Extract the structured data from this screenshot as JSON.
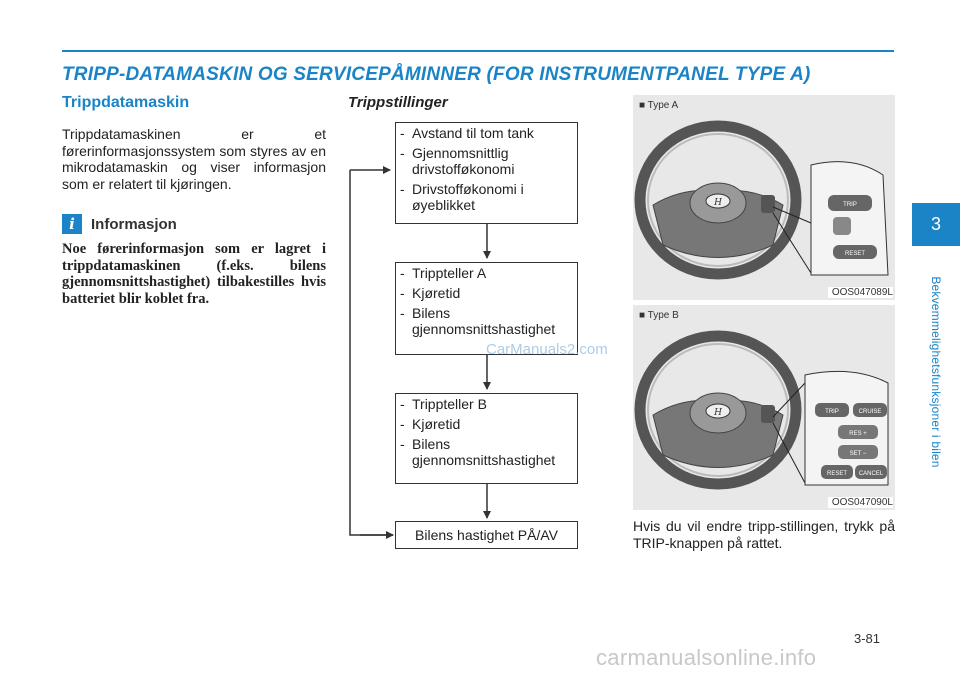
{
  "page_title": "TRIPP-DATAMASKIN OG SERVICEPÅMINNER (FOR INSTRUMENTPANEL TYPE A)",
  "left": {
    "heading": "Trippdatamaskin",
    "body": "Trippdatamaskinen er et førerinformasjonssystem som styres av en mikrodatamaskin og viser informasjon som er relatert til kjøringen.",
    "info_icon": "i",
    "info_title": "Informasjon",
    "info_text": "Noe førerinformasjon som er lagret i trippdatamaskinen (f.eks. bilens gjennomsnittshastighet) tilbakestilles hvis batteriet blir koblet fra."
  },
  "trip": {
    "heading": "Trippstillinger",
    "box1": [
      "Avstand til tom tank",
      "Gjennomsnittlig drivstofføkonomi",
      "Drivstofføkonomi i øyeblikket"
    ],
    "box2": [
      "Tripptelleller A",
      "Kjøretid",
      "Bilens gjennomsnittshastighet"
    ],
    "box3": [
      "Tripptelleller B",
      "Kjøretid",
      "Bilens gjennomsnittshastighet"
    ],
    "box4": "Bilens hastighet PÅ/AV",
    "dash": "-"
  },
  "watermark": "CarManuals2.com",
  "figures": [
    {
      "label": "■ Type A",
      "code": "OOS047089L",
      "buttons": [
        "TRIP",
        "RESET"
      ]
    },
    {
      "label": "■ Type B",
      "code": "OOS047090L",
      "buttons": [
        "TRIP",
        "CRUISE",
        "RES +",
        "SET −",
        "RESET",
        "CANCEL"
      ]
    }
  ],
  "right_text": "Hvis du vil endre tripp-stillingen, trykk på TRIP-knappen på rattet.",
  "chapter": {
    "number": "3",
    "title": "Bekvemmelighetsfunksjoner i bilen"
  },
  "page_number": "3-81",
  "footer_url": "carmanualsonline.info",
  "colors": {
    "accent": "#1a84c7",
    "text": "#222222",
    "figure_bg": "#e8e8e8"
  }
}
